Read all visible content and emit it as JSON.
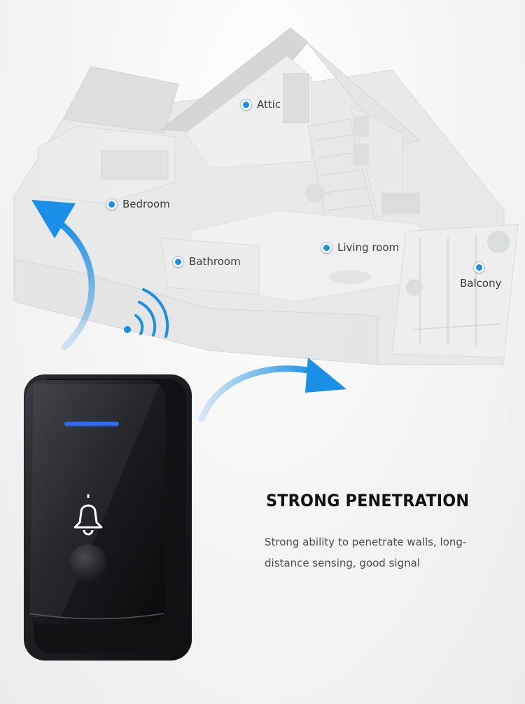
{
  "rooms": {
    "attic": "Attic",
    "bedroom": "Bedroom",
    "bathroom": "Bathroom",
    "living_room": "Living room",
    "balcony": "Balcony"
  },
  "feature": {
    "title": "STRONG PENETRATION",
    "description": "Strong ability to penetrate walls, long-distance sensing, good signal"
  },
  "colors": {
    "accent_blue": "#1a8fe8",
    "device_body": "#151618",
    "led_blue": "#2f6bff"
  },
  "icons": {
    "device_symbol": "bell-icon",
    "signal": "wifi-signal-icon"
  }
}
